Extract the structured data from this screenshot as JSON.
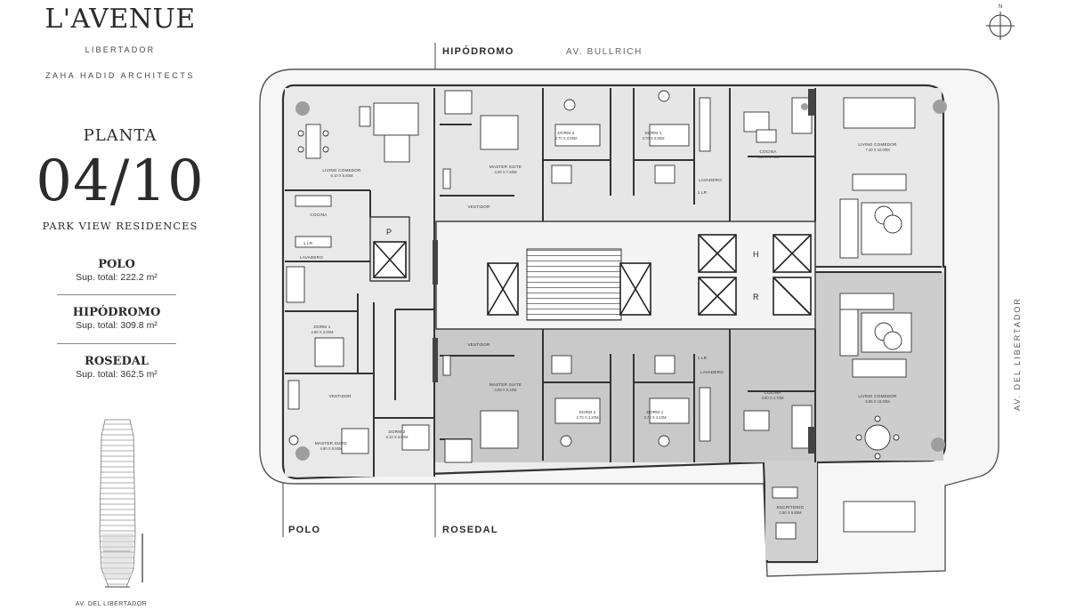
{
  "brand": {
    "title": "L'AVENUE",
    "subtitle": "LIBERTADOR",
    "architect": "ZAHA HADID ARCHITECTS"
  },
  "plan": {
    "label": "PLANTA",
    "number": "04/10",
    "subtitle": "PARK VIEW RESIDENCES"
  },
  "units": [
    {
      "name": "POLO",
      "area": "Sup. total: 222.2 m²"
    },
    {
      "name": "HIPÓDROMO",
      "area": "Sup. total: 309.8 m²"
    },
    {
      "name": "ROSEDAL",
      "area": "Sup. total: 362.5 m²"
    }
  ],
  "compass": {
    "north": "N"
  },
  "streets": {
    "bullrich": "AV. BULLRICH",
    "libertador_side": "AV. DEL LIBERTADOR",
    "libertador_caption": "AV. DEL LIBERTADOR"
  },
  "zone_labels": {
    "hipodromo": "HIPÓDROMO",
    "polo": "POLO",
    "rosedal": "ROSEDAL"
  },
  "elevators": {
    "h": "H",
    "r": "R",
    "p": "P"
  },
  "rooms": {
    "polo_living": "LIVING COMEDOR",
    "polo_living_dim": "6.10 X 5.60M",
    "polo_cocina": "COCINA",
    "polo_lavadero": "LAVADERO",
    "polo_dorm1": "DORM 1",
    "polo_dorm1_dim": "2.80 X 3.00M",
    "polo_vestidor": "VESTIDOR",
    "polo_dorm2": "DORM 2",
    "polo_dorm2_dim": "3.10 X 3.80M",
    "polo_master": "MASTER SUITE",
    "polo_master_dim": "4.90 X 5.55M",
    "hip_master": "MASTER SUITE",
    "hip_master_dim": "4.00 X 7.40M",
    "hip_vestidor": "VESTIDOR",
    "hip_dorm2": "DORM 2",
    "hip_dorm2_dim": "3.70 X 3.85M",
    "hip_dorm1": "DORM 1",
    "hip_dorm1_dim": "3.70 X 3.85M",
    "hip_cocina": "COCINA",
    "hip_cocina_dim": "4.60 X 4.70M",
    "hip_lavadero": "LAVADERO",
    "hip_living": "LIVING COMEDOR",
    "hip_living_dim": "7.40 X 10.00M",
    "ros_vestidor": "VESTIDOR",
    "ros_master": "MASTER SUITE",
    "ros_master_dim": "4.00 X 8.10M",
    "ros_dorm2": "DORM 2",
    "ros_dorm2_dim": "3.70 X 4.20M",
    "ros_dorm1": "DORM 1",
    "ros_dorm1_dim": "3.70 X 4.10M",
    "ros_lavadero": "LAVADERO",
    "ros_cocina": "COCINA",
    "ros_cocina_dim": "4.60 X 4.70M",
    "ros_living": "LIVING COMEDOR",
    "ros_living_dim": "6.85 X 16.00M",
    "ros_escritorio": "ESCRITORIO",
    "ros_escritorio_dim": "2.80 X 5.85M",
    "lr_a": "1 LR",
    "lr_b": "1 LR",
    "lr_c": "1 LR"
  }
}
